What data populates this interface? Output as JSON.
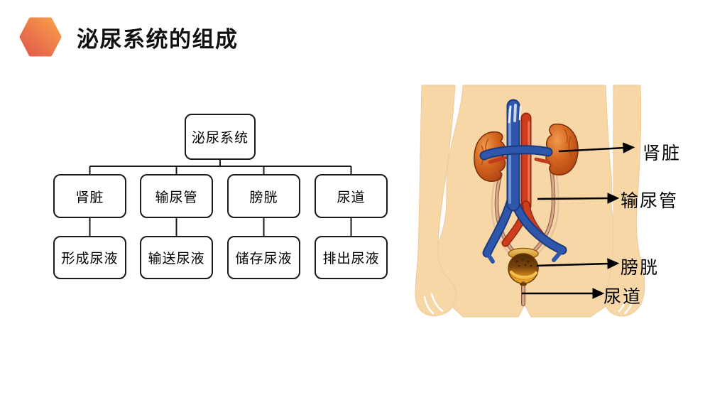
{
  "slide": {
    "title": "泌尿系统的组成"
  },
  "flowchart": {
    "root": "泌尿系统",
    "branches": [
      {
        "organ": "肾脏",
        "function": "形成尿液"
      },
      {
        "organ": "输尿管",
        "function": "输送尿液"
      },
      {
        "organ": "膀胱",
        "function": "储存尿液"
      },
      {
        "organ": "尿道",
        "function": "排出尿液"
      }
    ]
  },
  "anatomy": {
    "labels": {
      "kidney": "肾脏",
      "ureter": "输尿管",
      "bladder": "膀胱",
      "urethra": "尿道"
    }
  },
  "icons": {
    "title_marker": "hexagon-icon"
  },
  "colors": {
    "title_text": "#111111",
    "hexagon_gradient_start": "#E2574C",
    "hexagon_gradient_end": "#F7A148",
    "box_border": "#1A1A1A",
    "box_fill": "#FFFFFF",
    "connector": "#1A1A1A",
    "skin": "#F7D7A6",
    "vessel_blue": "#2E57AC",
    "vessel_red": "#CE3E1E",
    "kidney_orange": "#D4661F",
    "bladder_amber": "#D88A1C",
    "arrow": "#000000"
  }
}
